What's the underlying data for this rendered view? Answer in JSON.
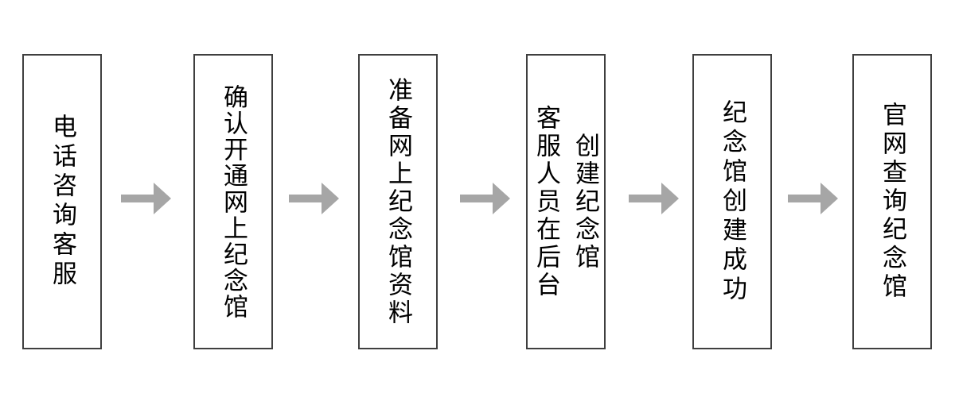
{
  "flowchart": {
    "steps": [
      {
        "label": "电话咨询客服"
      },
      {
        "label": "确认开通网上纪念馆"
      },
      {
        "label": "准备网上纪念馆资料"
      },
      {
        "label": "客服人员在后台\n创建纪念馆"
      },
      {
        "label": "纪念馆创建成功"
      },
      {
        "label": "官网查询纪念馆"
      }
    ],
    "connector": {
      "type": "arrow-right",
      "count": 5,
      "color": "#a6a6a6"
    },
    "colors": {
      "box_border": "#3f3f3f",
      "box_fill": "#ffffff",
      "text": "#000000",
      "background": "#ffffff"
    }
  }
}
